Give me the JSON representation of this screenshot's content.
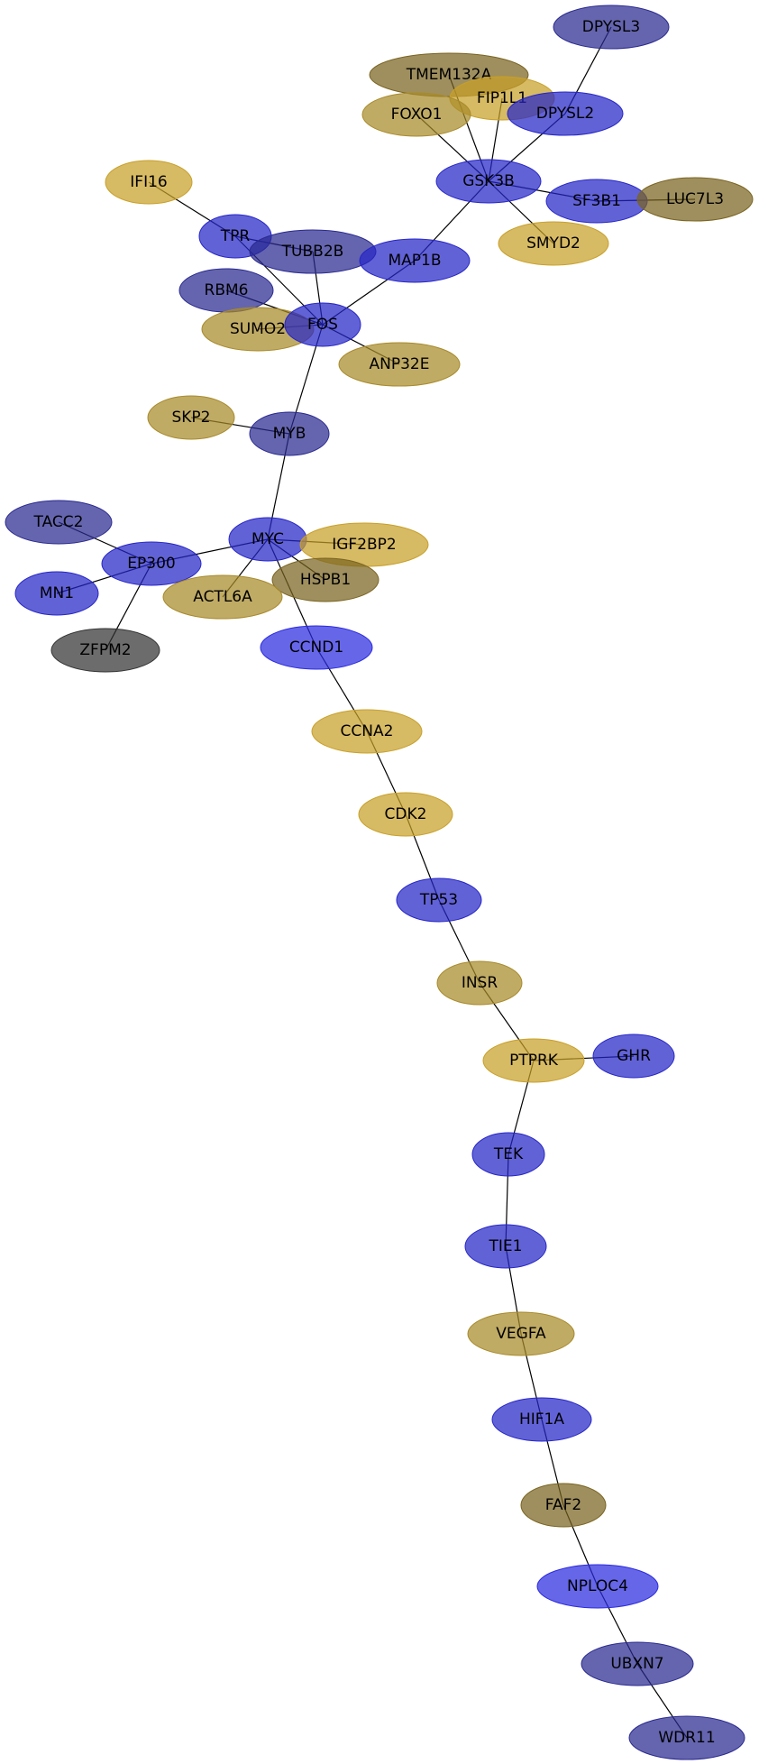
{
  "palette": {
    "blue": "#2626c8",
    "slate_blue": "#2a2a90",
    "bright_blue": "#2b2be0",
    "gold": "#c8a028",
    "khaki": "#a88a2a",
    "olive": "#7a6420",
    "dark_gray": "#333333"
  },
  "nodes": [
    {
      "id": "DPYSL3",
      "label": "DPYSL3",
      "color": "slate_blue"
    },
    {
      "id": "TMEM132A",
      "label": "TMEM132A",
      "color": "olive"
    },
    {
      "id": "FIP1L1",
      "label": "FIP1L1",
      "color": "gold"
    },
    {
      "id": "FOXO1",
      "label": "FOXO1",
      "color": "khaki"
    },
    {
      "id": "DPYSL2",
      "label": "DPYSL2",
      "color": "blue"
    },
    {
      "id": "GSK3B",
      "label": "GSK3B",
      "color": "blue"
    },
    {
      "id": "SF3B1",
      "label": "SF3B1",
      "color": "blue"
    },
    {
      "id": "LUC7L3",
      "label": "LUC7L3",
      "color": "olive"
    },
    {
      "id": "IFI16",
      "label": "IFI16",
      "color": "gold"
    },
    {
      "id": "SMYD2",
      "label": "SMYD2",
      "color": "gold"
    },
    {
      "id": "TPR",
      "label": "TPR",
      "color": "blue"
    },
    {
      "id": "TUBB2B",
      "label": "TUBB2B",
      "color": "slate_blue"
    },
    {
      "id": "MAP1B",
      "label": "MAP1B",
      "color": "blue"
    },
    {
      "id": "RBM6",
      "label": "RBM6",
      "color": "slate_blue"
    },
    {
      "id": "SUMO2",
      "label": "SUMO2",
      "color": "khaki"
    },
    {
      "id": "FOS",
      "label": "FOS",
      "color": "blue"
    },
    {
      "id": "ANP32E",
      "label": "ANP32E",
      "color": "khaki"
    },
    {
      "id": "SKP2",
      "label": "SKP2",
      "color": "khaki"
    },
    {
      "id": "MYB",
      "label": "MYB",
      "color": "slate_blue"
    },
    {
      "id": "TACC2",
      "label": "TACC2",
      "color": "slate_blue"
    },
    {
      "id": "MYC",
      "label": "MYC",
      "color": "blue"
    },
    {
      "id": "IGF2BP2",
      "label": "IGF2BP2",
      "color": "gold"
    },
    {
      "id": "EP300",
      "label": "EP300",
      "color": "blue"
    },
    {
      "id": "HSPB1",
      "label": "HSPB1",
      "color": "olive"
    },
    {
      "id": "MN1",
      "label": "MN1",
      "color": "blue"
    },
    {
      "id": "ACTL6A",
      "label": "ACTL6A",
      "color": "khaki"
    },
    {
      "id": "CCND1",
      "label": "CCND1",
      "color": "bright_blue"
    },
    {
      "id": "ZFPM2",
      "label": "ZFPM2",
      "color": "dark_gray"
    },
    {
      "id": "CCNA2",
      "label": "CCNA2",
      "color": "gold"
    },
    {
      "id": "CDK2",
      "label": "CDK2",
      "color": "gold"
    },
    {
      "id": "TP53",
      "label": "TP53",
      "color": "blue"
    },
    {
      "id": "INSR",
      "label": "INSR",
      "color": "khaki"
    },
    {
      "id": "PTPRK",
      "label": "PTPRK",
      "color": "gold"
    },
    {
      "id": "GHR",
      "label": "GHR",
      "color": "blue"
    },
    {
      "id": "TEK",
      "label": "TEK",
      "color": "blue"
    },
    {
      "id": "TIE1",
      "label": "TIE1",
      "color": "blue"
    },
    {
      "id": "VEGFA",
      "label": "VEGFA",
      "color": "khaki"
    },
    {
      "id": "HIF1A",
      "label": "HIF1A",
      "color": "blue"
    },
    {
      "id": "FAF2",
      "label": "FAF2",
      "color": "olive"
    },
    {
      "id": "NPLOC4",
      "label": "NPLOC4",
      "color": "bright_blue"
    },
    {
      "id": "UBXN7",
      "label": "UBXN7",
      "color": "slate_blue"
    },
    {
      "id": "WDR11",
      "label": "WDR11",
      "color": "slate_blue"
    }
  ],
  "edges": [
    [
      "DPYSL3",
      "DPYSL2"
    ],
    [
      "TMEM132A",
      "GSK3B"
    ],
    [
      "FIP1L1",
      "GSK3B"
    ],
    [
      "FOXO1",
      "GSK3B"
    ],
    [
      "DPYSL2",
      "GSK3B"
    ],
    [
      "GSK3B",
      "SF3B1"
    ],
    [
      "SF3B1",
      "LUC7L3"
    ],
    [
      "GSK3B",
      "SMYD2"
    ],
    [
      "GSK3B",
      "MAP1B"
    ],
    [
      "IFI16",
      "TPR"
    ],
    [
      "TPR",
      "TUBB2B"
    ],
    [
      "TPR",
      "FOS"
    ],
    [
      "TUBB2B",
      "FOS"
    ],
    [
      "MAP1B",
      "FOS"
    ],
    [
      "RBM6",
      "FOS"
    ],
    [
      "SUMO2",
      "FOS"
    ],
    [
      "FOS",
      "ANP32E"
    ],
    [
      "FOS",
      "MYB"
    ],
    [
      "SKP2",
      "MYB"
    ],
    [
      "MYB",
      "MYC"
    ],
    [
      "TACC2",
      "EP300"
    ],
    [
      "MYC",
      "EP300"
    ],
    [
      "MYC",
      "IGF2BP2"
    ],
    [
      "MYC",
      "HSPB1"
    ],
    [
      "MYC",
      "ACTL6A"
    ],
    [
      "MYC",
      "CCND1"
    ],
    [
      "EP300",
      "MN1"
    ],
    [
      "EP300",
      "ZFPM2"
    ],
    [
      "CCND1",
      "CCNA2"
    ],
    [
      "CCNA2",
      "CDK2"
    ],
    [
      "CDK2",
      "TP53"
    ],
    [
      "TP53",
      "INSR"
    ],
    [
      "INSR",
      "PTPRK"
    ],
    [
      "PTPRK",
      "GHR"
    ],
    [
      "PTPRK",
      "TEK"
    ],
    [
      "TEK",
      "TIE1"
    ],
    [
      "TIE1",
      "VEGFA"
    ],
    [
      "VEGFA",
      "HIF1A"
    ],
    [
      "HIF1A",
      "FAF2"
    ],
    [
      "FAF2",
      "NPLOC4"
    ],
    [
      "NPLOC4",
      "UBXN7"
    ],
    [
      "UBXN7",
      "WDR11"
    ]
  ]
}
